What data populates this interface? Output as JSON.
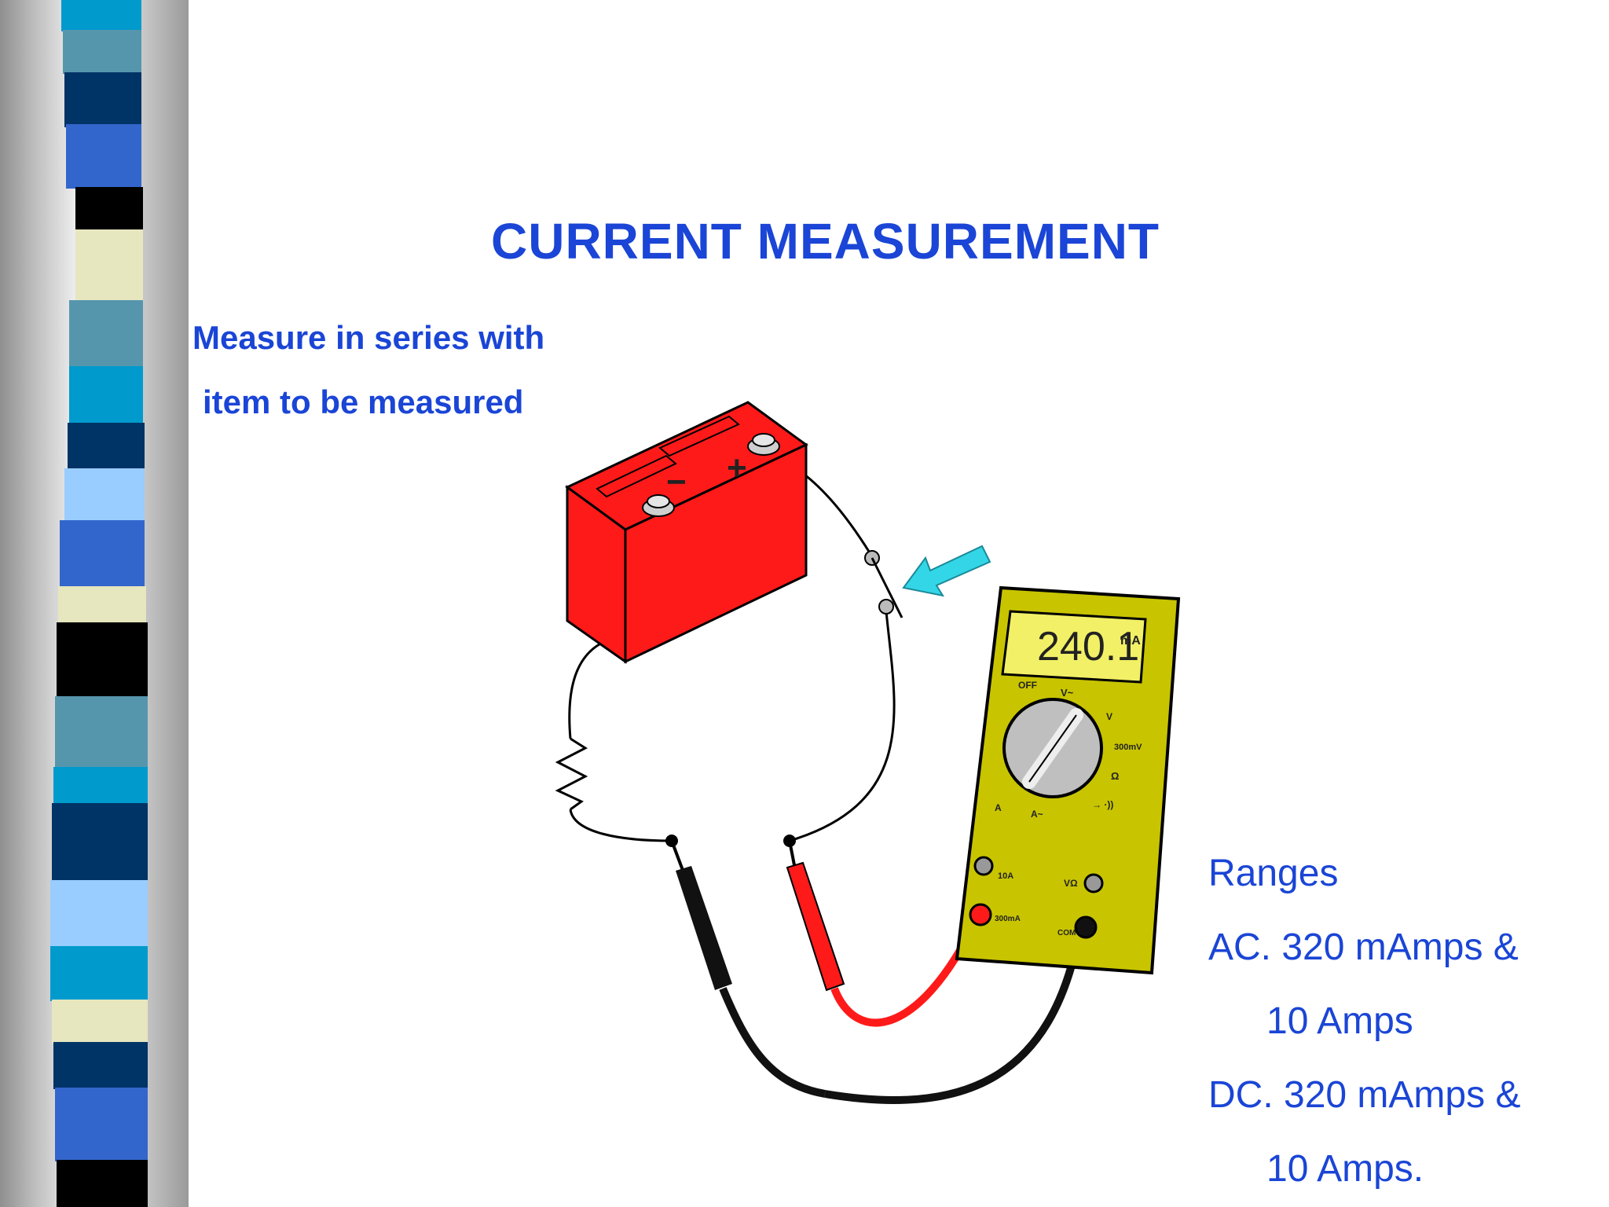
{
  "slide": {
    "title": "CURRENT MEASUREMENT",
    "note_line_1": "Measure in series with",
    "note_line_2": "item to be measured",
    "ranges_heading": "Ranges",
    "ranges_ac": "AC. 320 mAmps &",
    "ranges_ac_2": "10 Amps",
    "ranges_dc": "DC. 320 mAmps &",
    "ranges_dc_2": "10 Amps."
  },
  "diagram": {
    "battery": {
      "plus_symbol": "+",
      "minus_symbol": "−"
    },
    "meter": {
      "display_value": "240.1",
      "display_unit": "mA",
      "dial_off": "OFF",
      "dial_vac": "V~",
      "dial_vdc": "V",
      "dial_mv": "300mV",
      "dial_ohm": "Ω",
      "dial_diode": "→ ·))",
      "dial_adc": "A",
      "dial_aac": "A~",
      "jack_10a": "10A",
      "jack_300ma": "300mA",
      "jack_vohm": "VΩ",
      "jack_com": "COM"
    }
  },
  "colors": {
    "text_blue": "#1a45d6",
    "battery_red": "#ff1a1a",
    "meter_yellow": "#c8c400",
    "arrow_cyan": "#33d6e6"
  }
}
